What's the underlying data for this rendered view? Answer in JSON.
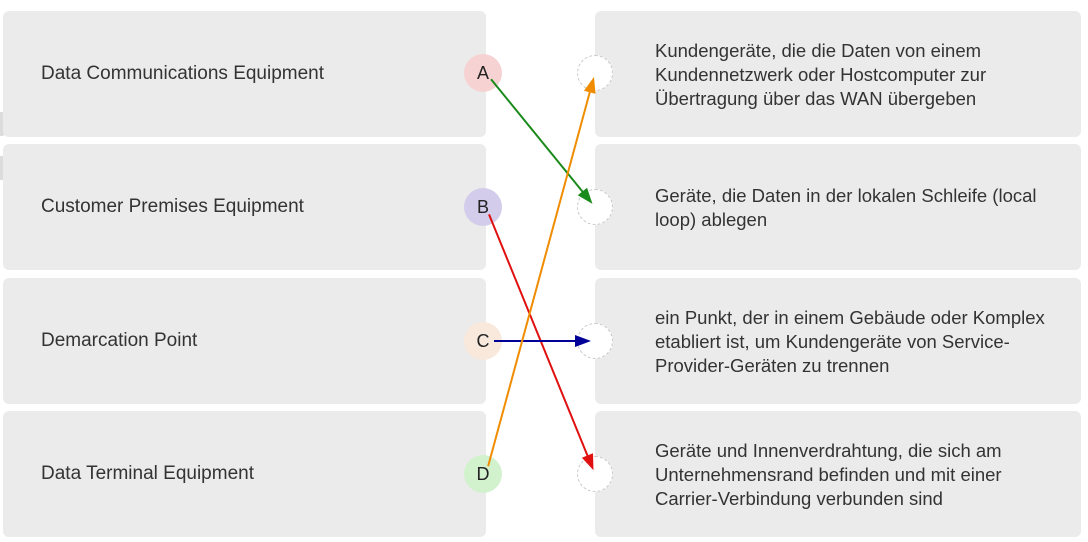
{
  "terms": [
    {
      "letter": "A",
      "label": "Data Communications Equipment",
      "color": "#f7d2d2"
    },
    {
      "letter": "B",
      "label": "Customer Premises Equipment",
      "color": "#d3cdeb"
    },
    {
      "letter": "C",
      "label": "Demarcation Point",
      "color": "#f9e8dc"
    },
    {
      "letter": "D",
      "label": "Data Terminal Equipment",
      "color": "#d2f2ce"
    }
  ],
  "definitions": [
    {
      "text": "Kundengeräte, die die Daten von einem Kundennetzwerk oder Hostcomputer zur Übertragung über das WAN übergeben"
    },
    {
      "text": "Geräte, die Daten in der lokalen Schleife (local loop) ablegen"
    },
    {
      "text": "ein Punkt, der in einem Gebäude oder Komplex etabliert ist, um Kundengeräte von Service-Provider-Geräten zu trennen"
    },
    {
      "text": "Geräte und Innenverdrahtung, die sich am Unternehmensrand befinden und mit einer Carrier-Verbindung verbunden sind"
    }
  ],
  "connections": [
    {
      "from": "A",
      "to_definition": 2,
      "color": "#1a8a1a"
    },
    {
      "from": "B",
      "to_definition": 4,
      "color": "#e01010"
    },
    {
      "from": "C",
      "to_definition": 3,
      "color": "#000099"
    },
    {
      "from": "D",
      "to_definition": 1,
      "color": "#f08c00"
    }
  ]
}
